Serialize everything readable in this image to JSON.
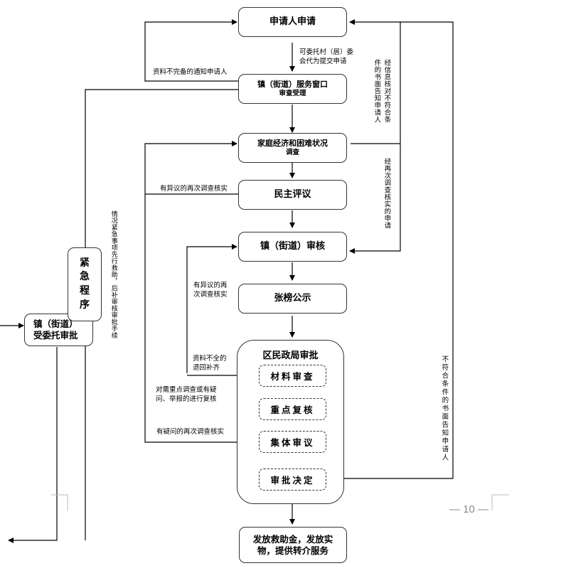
{
  "nodes": {
    "apply": "申请人申请",
    "window_line1": "镇（街道）服务窗口",
    "window_line2": "审查受理",
    "survey_line1": "家庭经济和困难状况",
    "survey_line2": "调查",
    "democratic": "民主评议",
    "town_review": "镇（街道）审核",
    "publicity": "张榜公示",
    "district": "区民政局审批",
    "district_steps": [
      "材料审查",
      "重点复核",
      "集体审议",
      "审批决定"
    ],
    "final_line1": "发放救助金，发放实",
    "final_line2": "物，提供转介服务",
    "emergency": [
      "紧",
      "急",
      "程",
      "序"
    ],
    "delegated_line1": "镇（街道）",
    "delegated_line2": "受委托审批"
  },
  "labels": {
    "entrust_line1": "可委托村（居）委",
    "entrust_line2": "会代为提交申请",
    "incomplete_notice": "资料不完备的通知申请人",
    "verify_not_qualified_a": "经信息核对不符合条",
    "verify_not_qualified_b": "件的书面告知申请人",
    "reinvestigate_application": "经再次调查核实的申请",
    "objection_recheck": "有异议的再次调查核实",
    "objection_recheck2_line1": "有异议的再",
    "objection_recheck2_line2": "次调查核实",
    "incomplete_return_line1": "资料不全的",
    "incomplete_return_line2": "退回补齐",
    "key_review_line1": "对需重点调查或有疑",
    "key_review_line2": "问、举报的进行复核",
    "doubt_recheck": "有疑问的再次调查核实",
    "not_qualified_notice": "不符合条件的书面告知申请人",
    "emergency_note": "情况紧急事项先行救助，后补审核审批手续"
  },
  "page_number": "— 10 —"
}
